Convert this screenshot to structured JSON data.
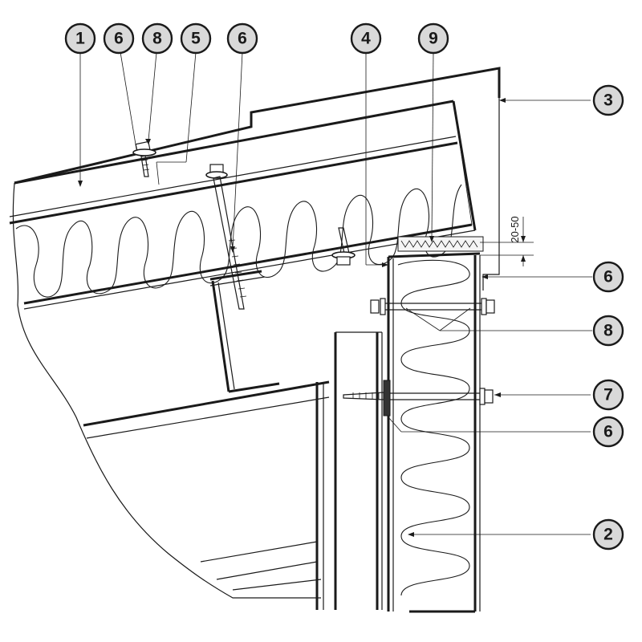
{
  "callouts": {
    "c1": "1",
    "c6a": "6",
    "c8a": "8",
    "c5": "5",
    "c6b": "6",
    "c4": "4",
    "c9": "9",
    "c3": "3",
    "c6c": "6",
    "c8b": "8",
    "c7": "7",
    "c6d": "6",
    "c2": "2"
  },
  "dimension": {
    "text": "20-50"
  },
  "colors": {
    "badge_fill": "#d9d9d9",
    "line": "#1a1a1a"
  }
}
